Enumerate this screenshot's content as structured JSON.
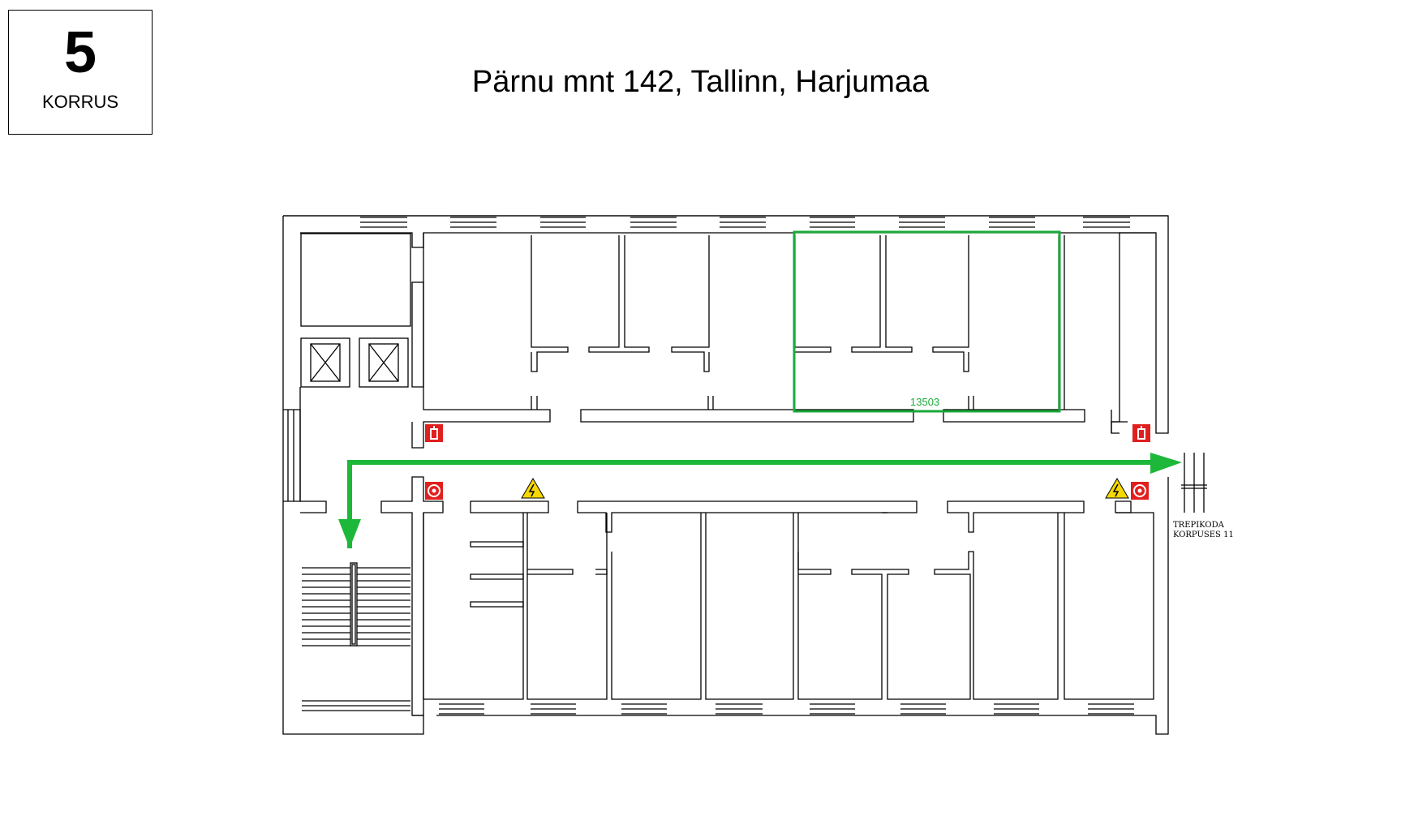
{
  "floor": {
    "number": "5",
    "label": "KORRUS"
  },
  "address": "Pärnu mnt 142, Tallinn, Harjumaa",
  "highlighted_room": {
    "number": "13503",
    "color": "#1aaa3a"
  },
  "stair_note": {
    "line1": "TREPIKODA",
    "line2": "KORPUSES 11"
  },
  "colors": {
    "wall": "#000000",
    "route": "#1db83a",
    "fire": "#e0201e",
    "warning": "#f5d800"
  },
  "icons": [
    "elevator-icon",
    "fire-extinguisher-icon",
    "fire-hose-icon",
    "high-voltage-icon",
    "exit-arrow-icon"
  ]
}
